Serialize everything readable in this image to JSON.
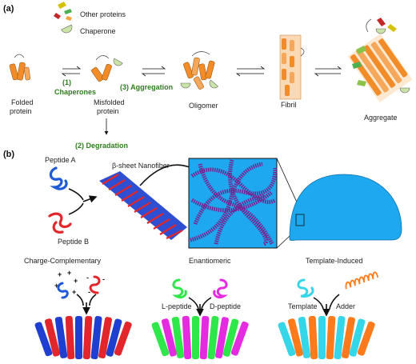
{
  "panel_a": {
    "label": "(a)",
    "legend": {
      "other_proteins": "Other proteins",
      "chaperone": "Chaperone"
    },
    "states": {
      "folded_line1": "Folded",
      "folded_line2": "protein",
      "misfolded_line1": "Misfolded",
      "misfolded_line2": "protein",
      "oligomer": "Oligomer",
      "fibril": "Fibril",
      "aggregate": "Aggregate"
    },
    "pathways": {
      "chaperones_num": "(1)",
      "chaperones": "Chaperones",
      "aggregation": "(3) Aggregation",
      "degradation": "(2) Degradation"
    }
  },
  "panel_b": {
    "label": "(b)",
    "peptide_a": "Peptide A",
    "peptide_b": "Peptide B",
    "nanofiber": "β-sheet Nanofiber",
    "designs": {
      "charge": "Charge-Complementary",
      "enantiomeric": "Enantiomeric",
      "template": "Template-Induced",
      "l_peptide": "L-peptide",
      "d_peptide": "D-peptide",
      "template_label": "Template",
      "adder_label": "Adder"
    }
  },
  "colors": {
    "protein_orange": "#f28c28",
    "chaperone_green": "#c9e4a6",
    "peptide_blue": "#1f5bd6",
    "peptide_red": "#e3262b",
    "green_text": "#2e7d1e",
    "cyan_drop": "#1ea8f0",
    "fiber_purple": "#7a1f8c",
    "l_green": "#2ee84a",
    "d_magenta": "#e52be0",
    "template_cyan": "#35d6e8",
    "adder_orange": "#ff7a1a"
  }
}
